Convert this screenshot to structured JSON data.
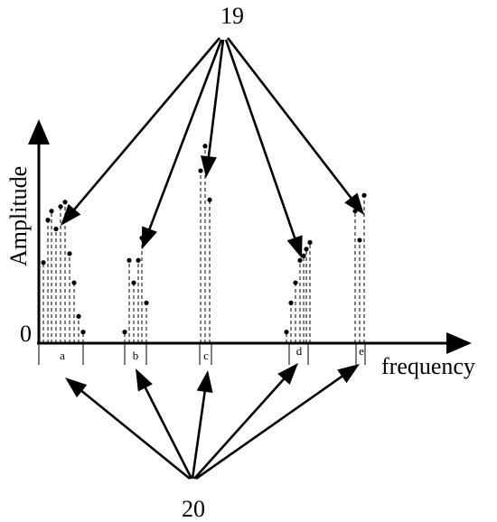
{
  "labels": {
    "top_callout": "19",
    "bottom_callout": "20",
    "y_axis": "Amplitude",
    "x_axis": "frequency",
    "origin": "0"
  },
  "groups": [
    {
      "name": "a",
      "amplitudes": [
        0.36,
        0.55,
        0.59,
        0.51,
        0.61,
        0.63,
        0.4,
        0.27,
        0.12,
        0.05
      ]
    },
    {
      "name": "b",
      "amplitudes": [
        0.05,
        0.37,
        0.27,
        0.37,
        0.47,
        0.18
      ]
    },
    {
      "name": "c",
      "amplitudes": [
        0.77,
        0.88,
        0.64
      ]
    },
    {
      "name": "d",
      "amplitudes": [
        0.05,
        0.18,
        0.27,
        0.37,
        0.39,
        0.42,
        0.45
      ]
    },
    {
      "name": "e",
      "amplitudes": [
        0.59,
        0.46,
        0.66
      ]
    }
  ],
  "colors": {
    "ink": "#000000",
    "background": "#ffffff"
  }
}
